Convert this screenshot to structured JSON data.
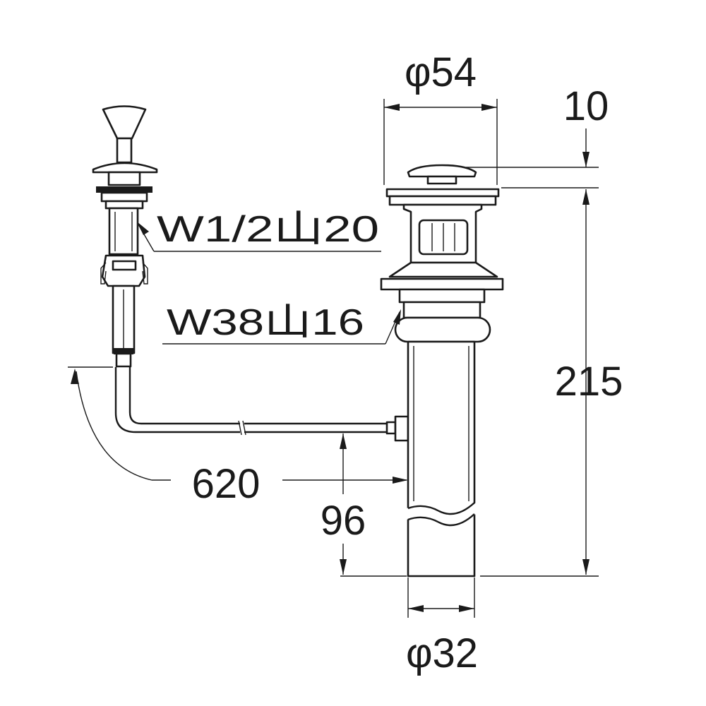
{
  "dimensions": {
    "top_diameter": "φ54",
    "cap_height": "10",
    "total_height": "215",
    "rod_length": "620",
    "rod_height": "96",
    "bottom_diameter": "φ32"
  },
  "labels": {
    "knob_thread": "W1/2山20",
    "drain_thread": "W38山16"
  },
  "colors": {
    "line": "#1a1a1a",
    "background": "#ffffff"
  }
}
